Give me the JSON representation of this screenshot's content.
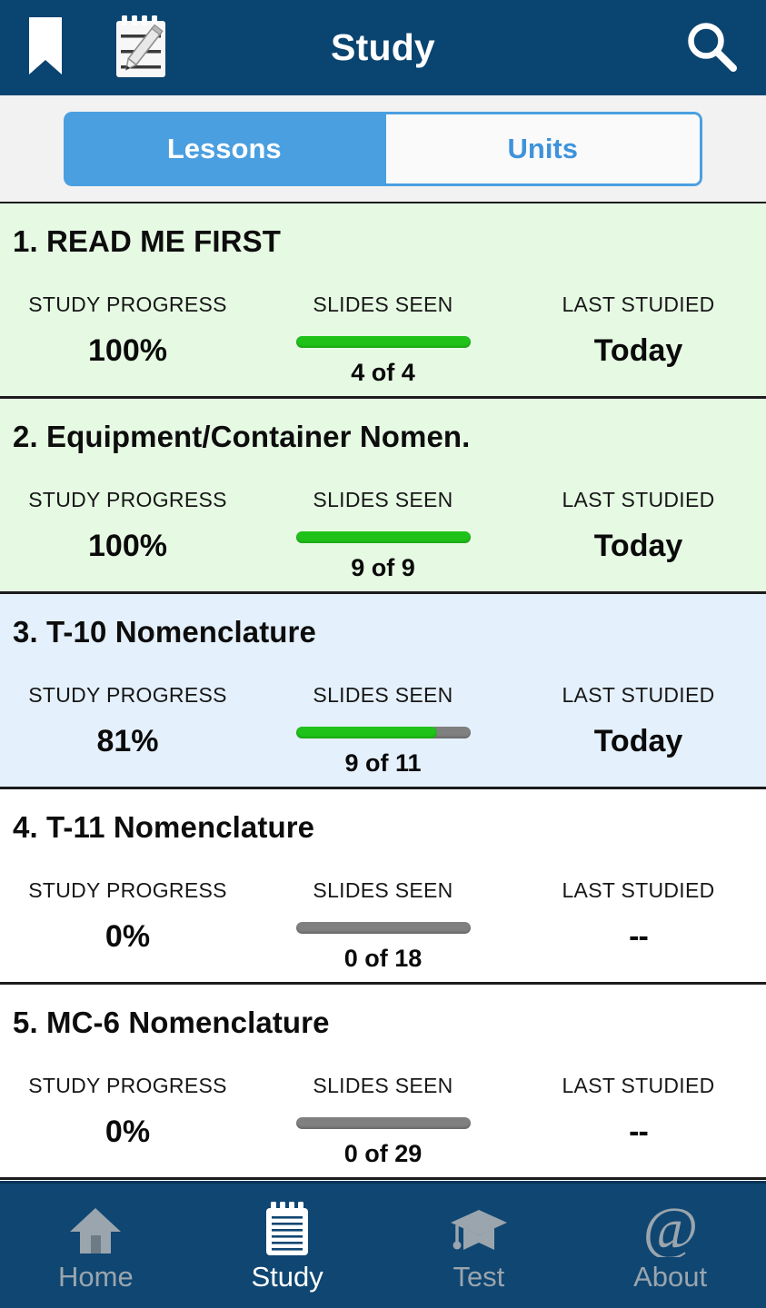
{
  "header": {
    "title": "Study",
    "bookmark_icon": "bookmark-icon",
    "notepad_icon": "notepad-pencil-icon",
    "search_icon": "search-icon",
    "background_color": "#0A4470"
  },
  "tabs": {
    "items": [
      {
        "label": "Lessons",
        "active": true
      },
      {
        "label": "Units",
        "active": false
      }
    ],
    "active_color": "#4A9FE0",
    "inactive_text_color": "#3F93DB"
  },
  "columns": {
    "study_progress": "STUDY PROGRESS",
    "slides_seen": "SLIDES SEEN",
    "last_studied": "LAST STUDIED"
  },
  "colors": {
    "row_complete": "#E6FAE3",
    "row_in_progress": "#E4F0FB",
    "row_untouched": "#FFFFFF",
    "progress_fill": "#1FC219",
    "progress_track": "#808080",
    "nav_background": "#0F4672"
  },
  "lessons": [
    {
      "title": "1. READ ME FIRST",
      "progress_pct": "100%",
      "progress_value": 100,
      "slides_caption": "4 of 4",
      "slides_seen": 4,
      "slides_total": 4,
      "last_studied": "Today",
      "state": "done"
    },
    {
      "title": "2. Equipment/Container Nomen.",
      "progress_pct": "100%",
      "progress_value": 100,
      "slides_caption": "9 of 9",
      "slides_seen": 9,
      "slides_total": 9,
      "last_studied": "Today",
      "state": "done"
    },
    {
      "title": "3. T-10 Nomenclature",
      "progress_pct": "81%",
      "progress_value": 81,
      "slides_caption": "9 of 11",
      "slides_seen": 9,
      "slides_total": 11,
      "last_studied": "Today",
      "state": "progress"
    },
    {
      "title": "4. T-11 Nomenclature",
      "progress_pct": "0%",
      "progress_value": 0,
      "slides_caption": "0 of 18",
      "slides_seen": 0,
      "slides_total": 18,
      "last_studied": "--",
      "state": "none"
    },
    {
      "title": "5. MC-6 Nomenclature",
      "progress_pct": "0%",
      "progress_value": 0,
      "slides_caption": "0 of 29",
      "slides_seen": 0,
      "slides_total": 29,
      "last_studied": "--",
      "state": "none"
    }
  ],
  "bottom_nav": [
    {
      "label": "Home",
      "icon": "home-icon",
      "active": false
    },
    {
      "label": "Study",
      "icon": "notepad-icon",
      "active": true
    },
    {
      "label": "Test",
      "icon": "graduation-cap-icon",
      "active": false
    },
    {
      "label": "About",
      "icon": "at-sign-icon",
      "active": false
    }
  ]
}
